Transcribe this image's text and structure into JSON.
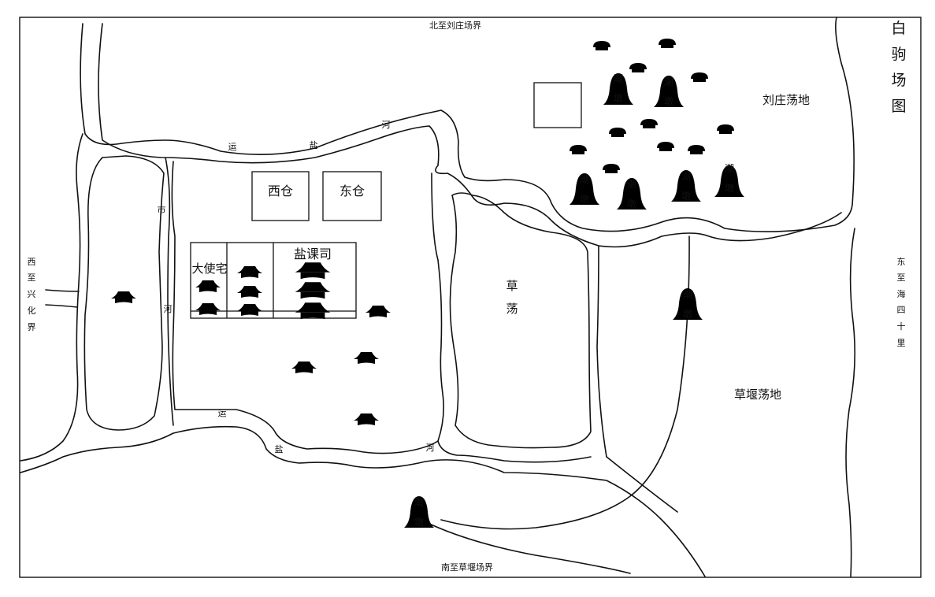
{
  "map": {
    "title_chars": [
      "白",
      "驹",
      "场",
      "图"
    ],
    "boundaries": {
      "north": "北至刘庄场界",
      "south": "南至草堰场界",
      "west_chars": [
        "西",
        "至",
        "兴",
        "化",
        "界"
      ],
      "east_chars": [
        "东",
        "至",
        "海",
        "四",
        "十",
        "里"
      ]
    },
    "places": {
      "west_granary": "西仓",
      "east_granary": "东仓",
      "salt_office": "盐课司",
      "commissioner_residence": "大使宅",
      "grass_marsh_chars": [
        "草",
        "荡"
      ],
      "liuzhuang_marsh": "刘庄荡地",
      "caoyan_marsh": "草堰荡地"
    },
    "rivers": {
      "north_canal_chars": [
        "运",
        "盐",
        "河"
      ],
      "south_canal_chars": [
        "运",
        "盐",
        "河"
      ],
      "market_river_chars": [
        "市",
        "河"
      ]
    },
    "mound_label_chars": [
      "潮",
      "墩"
    ]
  }
}
